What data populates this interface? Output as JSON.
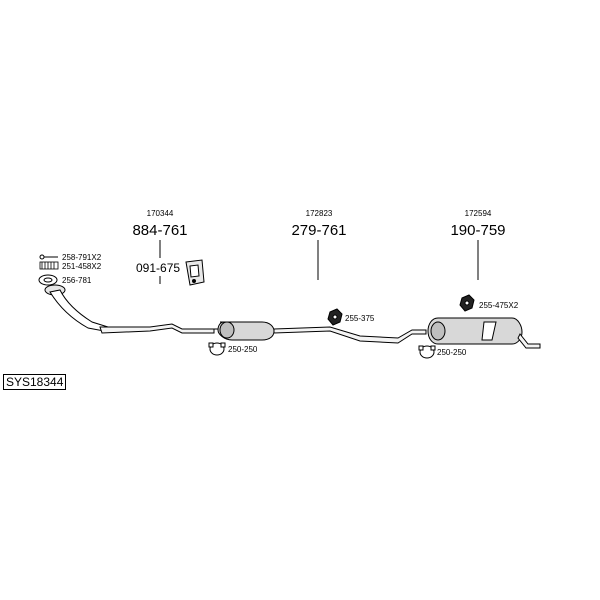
{
  "diagram_code": "SYS18344",
  "groups": {
    "front_pipe": {
      "ref": "170344",
      "part": "884-761"
    },
    "middle_silencer": {
      "ref": "172823",
      "part": "279-761"
    },
    "rear_silencer": {
      "ref": "172594",
      "part": "190-759"
    }
  },
  "parts": {
    "bracket": "091-675",
    "bolt_kit": "258-791X2",
    "spring_kit": "251-458X2",
    "gasket": "256-781",
    "clamp_front": "250-250",
    "rubber_mount_middle": "255-375",
    "rubber_mount_rear": "255-475X2",
    "clamp_rear": "250-250"
  }
}
